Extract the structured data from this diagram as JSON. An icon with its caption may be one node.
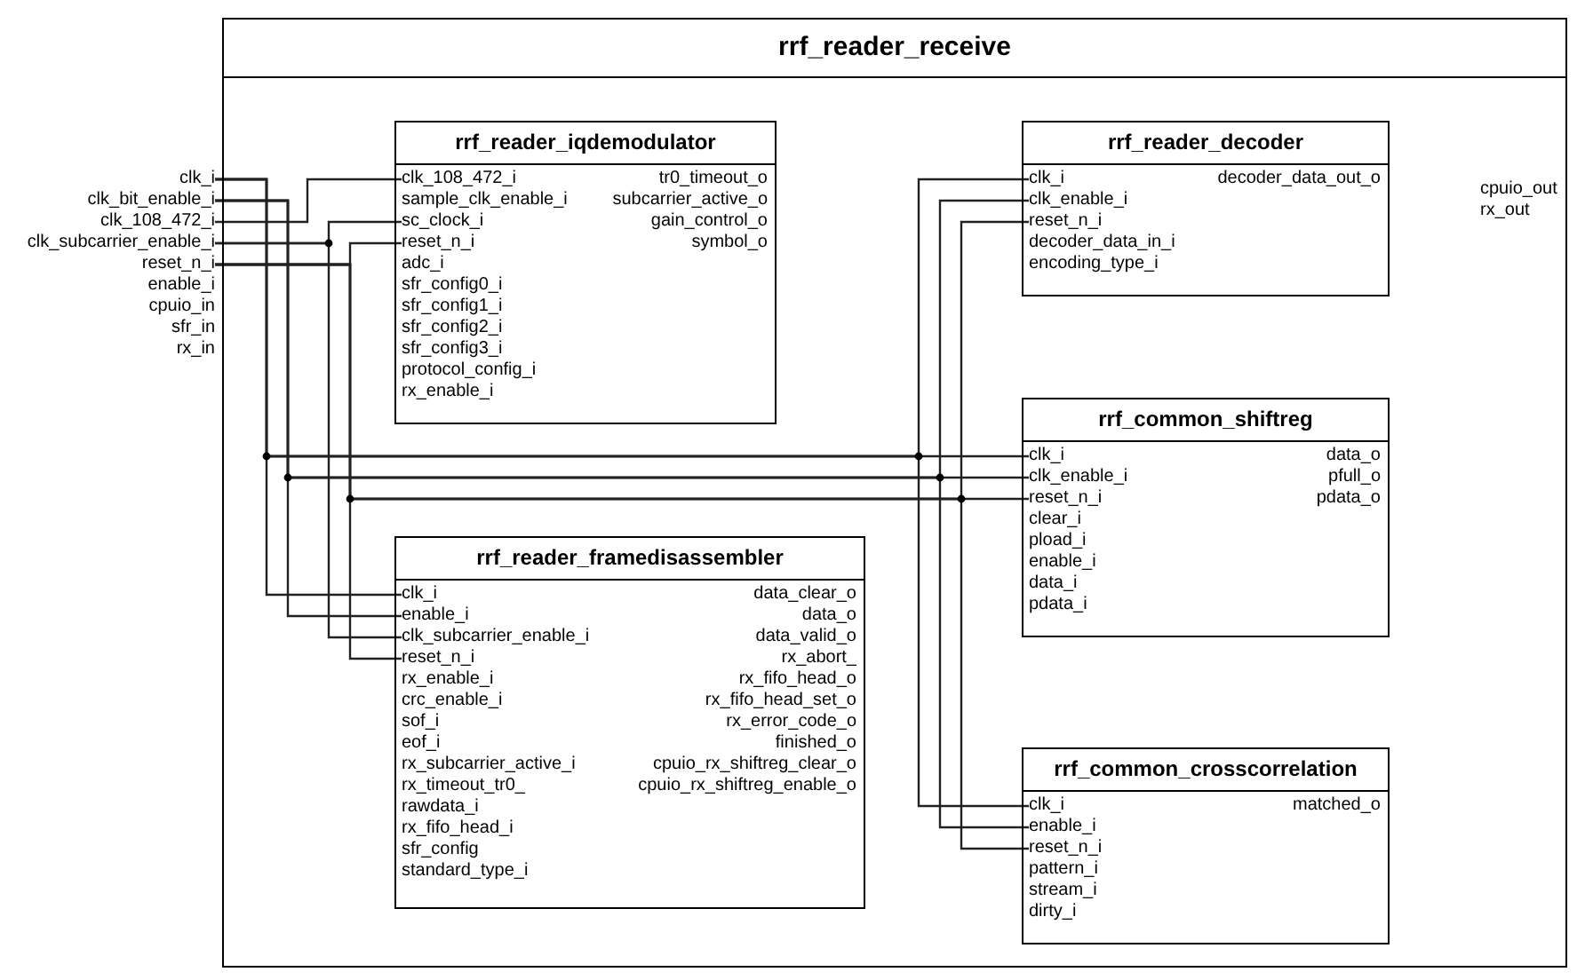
{
  "diagram": {
    "nodes": [
      {
        "text": [
          "rrf_reader_receive"
        ]
      },
      {
        "text": [
          "clk_i"
        ]
      },
      {
        "text": [
          "clk_bit_enable_i"
        ]
      },
      {
        "text": [
          "clk_108_472_i"
        ]
      },
      {
        "text": [
          "clk_subcarrier_enable_i"
        ]
      },
      {
        "text": [
          "reset_n_i"
        ]
      },
      {
        "text": [
          "enable_i"
        ]
      },
      {
        "text": [
          "cpuio_in"
        ]
      },
      {
        "text": [
          "sfr_in"
        ]
      },
      {
        "text": [
          "rx_in"
        ]
      },
      {
        "text": [
          "rrf_reader_iqdemodulator"
        ],
        "in": 0
      },
      {
        "text": [
          "clk_108_472_i"
        ],
        "in": 10
      },
      {
        "text": [
          "sample_clk_enable_i"
        ],
        "in": 10
      },
      {
        "text": [
          "sc_clock_i"
        ],
        "in": 10
      },
      {
        "text": [
          "reset_n_i"
        ],
        "in": 10
      },
      {
        "text": [
          "adc_i"
        ],
        "in": 10
      },
      {
        "text": [
          "sfr_config0_i"
        ],
        "in": 10
      },
      {
        "text": [
          "sfr_config1_i"
        ],
        "in": 10
      },
      {
        "text": [
          "sfr_config2_i"
        ],
        "in": 10
      },
      {
        "text": [
          "sfr_config3_i"
        ],
        "in": 10
      },
      {
        "text": [
          "protocol_config_i"
        ],
        "in": 10
      },
      {
        "text": [
          "rx_enable_i"
        ],
        "in": 10
      },
      {
        "text": [
          "tr0_timeout_o"
        ],
        "in": 10
      },
      {
        "text": [
          "subcarrier_active_o"
        ],
        "in": 10
      },
      {
        "text": [
          "gain_control_o"
        ],
        "in": 10
      },
      {
        "text": [
          "symbol_o"
        ],
        "in": 10
      },
      {
        "text": [
          "rrf_reader_decoder"
        ],
        "in": 0
      },
      {
        "text": [
          "clk_i"
        ],
        "in": 26
      },
      {
        "text": [
          "clk_enable_i"
        ],
        "in": 26
      },
      {
        "text": [
          "reset_n_i"
        ],
        "in": 26
      },
      {
        "text": [
          "decoder_data_in_i"
        ],
        "in": 26
      },
      {
        "text": [
          "encoding_type_i"
        ],
        "in": 26
      },
      {
        "text": [
          "decoder_data_out_o"
        ],
        "in": 26
      },
      {
        "text": [
          "cpuio_out"
        ],
        "in": 0
      },
      {
        "text": [
          "rx_out"
        ],
        "in": 0
      },
      {
        "text": [
          "rrf_common_shiftreg"
        ],
        "in": 0
      },
      {
        "text": [
          "clk_i"
        ],
        "in": 35
      },
      {
        "text": [
          "clk_enable_i"
        ],
        "in": 35
      },
      {
        "text": [
          "reset_n_i"
        ],
        "in": 35
      },
      {
        "text": [
          "clear_i"
        ],
        "in": 35
      },
      {
        "text": [
          "pload_i"
        ],
        "in": 35
      },
      {
        "text": [
          "enable_i"
        ],
        "in": 35
      },
      {
        "text": [
          "data_i"
        ],
        "in": 35
      },
      {
        "text": [
          "pdata_i"
        ],
        "in": 35
      },
      {
        "text": [
          "data_o"
        ],
        "in": 35
      },
      {
        "text": [
          "pfull_o"
        ],
        "in": 35
      },
      {
        "text": [
          "pdata_o"
        ],
        "in": 35
      },
      {
        "text": [
          "rrf_reader_framedisassembler"
        ],
        "in": 0
      },
      {
        "text": [
          "clk_i"
        ],
        "in": 47
      },
      {
        "text": [
          "enable_i"
        ],
        "in": 47
      },
      {
        "text": [
          "clk_subcarrier_enable_i"
        ],
        "in": 47
      },
      {
        "text": [
          "reset_n_i"
        ],
        "in": 47
      },
      {
        "text": [
          "rx_enable_i"
        ],
        "in": 47
      },
      {
        "text": [
          "crc_enable_i"
        ],
        "in": 47
      },
      {
        "text": [
          "sof_i"
        ],
        "in": 47
      },
      {
        "text": [
          "eof_i"
        ],
        "in": 47
      },
      {
        "text": [
          "rx_subcarrier_active_i"
        ],
        "in": 47
      },
      {
        "text": [
          "rx_timeout_tr0_"
        ],
        "in": 47
      },
      {
        "text": [
          "rawdata_i"
        ],
        "in": 47
      },
      {
        "text": [
          "rx_fifo_head_i"
        ],
        "in": 47
      },
      {
        "text": [
          "sfr_config"
        ],
        "in": 47
      },
      {
        "text": [
          "standard_type_i"
        ],
        "in": 47
      },
      {
        "text": [
          "data_clear_o"
        ],
        "in": 47
      },
      {
        "text": [
          "data_o"
        ],
        "in": 47
      },
      {
        "text": [
          "data_valid_o"
        ],
        "in": 47
      },
      {
        "text": [
          "rx_abort_"
        ],
        "in": 47
      },
      {
        "text": [
          "rx_fifo_head_o"
        ],
        "in": 47
      },
      {
        "text": [
          "rx_fifo_head_set_o"
        ],
        "in": 47
      },
      {
        "text": [
          "rx_error_code_o"
        ],
        "in": 47
      },
      {
        "text": [
          "finished_o"
        ],
        "in": 47
      },
      {
        "text": [
          "cpuio_rx_shiftreg_clear_o"
        ],
        "in": 47
      },
      {
        "text": [
          "cpuio_rx_shiftreg_enable_o"
        ],
        "in": 47
      },
      {
        "text": [
          "rrf_common_crosscorrelation"
        ],
        "in": 0
      },
      {
        "text": [
          "clk_i"
        ],
        "in": 72
      },
      {
        "text": [
          "enable_i"
        ],
        "in": 72
      },
      {
        "text": [
          "reset_n_i"
        ],
        "in": 72
      },
      {
        "text": [
          "pattern_i"
        ],
        "in": 72
      },
      {
        "text": [
          "stream_i"
        ],
        "in": 72
      },
      {
        "text": [
          "dirty_i"
        ],
        "in": 72
      },
      {
        "text": [
          "matched_o"
        ],
        "in": 72
      }
    ],
    "edges": [
      {
        "from": 1,
        "to": 48,
        "arrow": "none"
      },
      {
        "from": 1,
        "to": 36,
        "arrow": "none"
      },
      {
        "from": 1,
        "to": 27,
        "arrow": "none"
      },
      {
        "from": 1,
        "to": 73,
        "arrow": "none"
      },
      {
        "from": 2,
        "to": 49,
        "arrow": "none"
      },
      {
        "from": 2,
        "to": 37,
        "arrow": "none"
      },
      {
        "from": 2,
        "to": 28,
        "arrow": "none"
      },
      {
        "from": 2,
        "to": 74,
        "arrow": "none"
      },
      {
        "from": 3,
        "to": 11,
        "arrow": "none"
      },
      {
        "from": 4,
        "to": 13,
        "arrow": "none"
      },
      {
        "from": 4,
        "to": 50,
        "arrow": "none"
      },
      {
        "from": 5,
        "to": 14,
        "arrow": "none"
      },
      {
        "from": 5,
        "to": 51,
        "arrow": "none"
      },
      {
        "from": 5,
        "to": 38,
        "arrow": "none"
      },
      {
        "from": 5,
        "to": 29,
        "arrow": "none"
      },
      {
        "from": 5,
        "to": 75,
        "arrow": "none"
      }
    ]
  }
}
